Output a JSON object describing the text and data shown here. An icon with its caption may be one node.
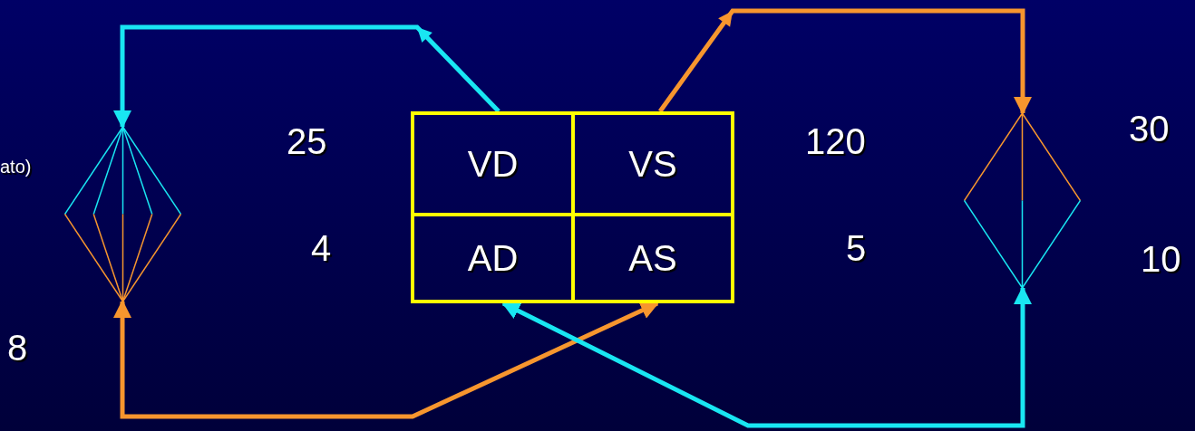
{
  "diagram": {
    "nodes": [
      {
        "text": [
          "VD"
        ]
      },
      {
        "text": [
          "VS"
        ]
      },
      {
        "text": [
          "AD"
        ]
      },
      {
        "text": [
          "AS"
        ]
      },
      {
        "text": [],
        "shape": "diamond"
      },
      {
        "text": [],
        "shape": "diamond"
      }
    ],
    "edges": [
      {
        "from": 0,
        "to": 4,
        "arrow": "to",
        "color": "#19e6f2"
      },
      {
        "from": 1,
        "to": 5,
        "arrow": "to",
        "color": "#f7962e"
      },
      {
        "from": 4,
        "to": 3,
        "arrow": "both",
        "color": "#f7962e"
      },
      {
        "from": 5,
        "to": 2,
        "arrow": "both",
        "color": "#19e6f2"
      }
    ],
    "labels": [
      "30",
      "ato)",
      "25",
      "120",
      "4",
      "5",
      "10",
      "8"
    ]
  }
}
